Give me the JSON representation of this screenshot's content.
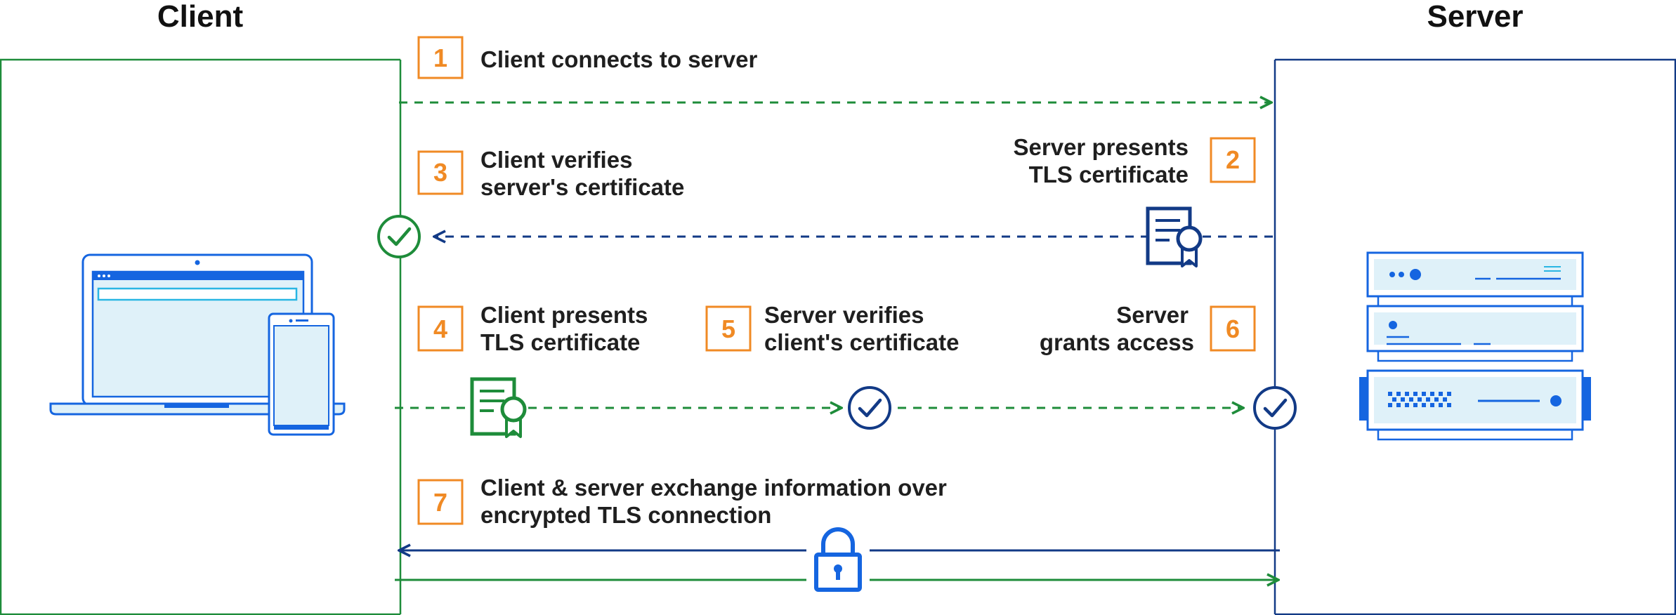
{
  "titles": {
    "client": "Client",
    "server": "Server"
  },
  "steps": [
    {
      "number": "1",
      "lines": [
        "Client connects to server"
      ]
    },
    {
      "number": "2",
      "lines": [
        "Server presents",
        "TLS certificate"
      ]
    },
    {
      "number": "3",
      "lines": [
        "Client verifies",
        "server's certificate"
      ]
    },
    {
      "number": "4",
      "lines": [
        "Client presents",
        "TLS certificate"
      ]
    },
    {
      "number": "5",
      "lines": [
        "Server verifies",
        "client's certificate"
      ]
    },
    {
      "number": "6",
      "lines": [
        "Server",
        "grants access"
      ]
    },
    {
      "number": "7",
      "lines": [
        "Client & server exchange information over",
        "encrypted TLS connection"
      ]
    }
  ],
  "colors": {
    "client_green": "#1e8c3a",
    "server_navy": "#123a86",
    "accent_orange": "#f08a24",
    "device_blue": "#1565e0",
    "device_fill": "#dff1f9"
  },
  "icons": [
    "laptop-icon",
    "phone-icon",
    "server-rack-icon",
    "certificate-icon",
    "check-circle-icon",
    "padlock-icon"
  ]
}
